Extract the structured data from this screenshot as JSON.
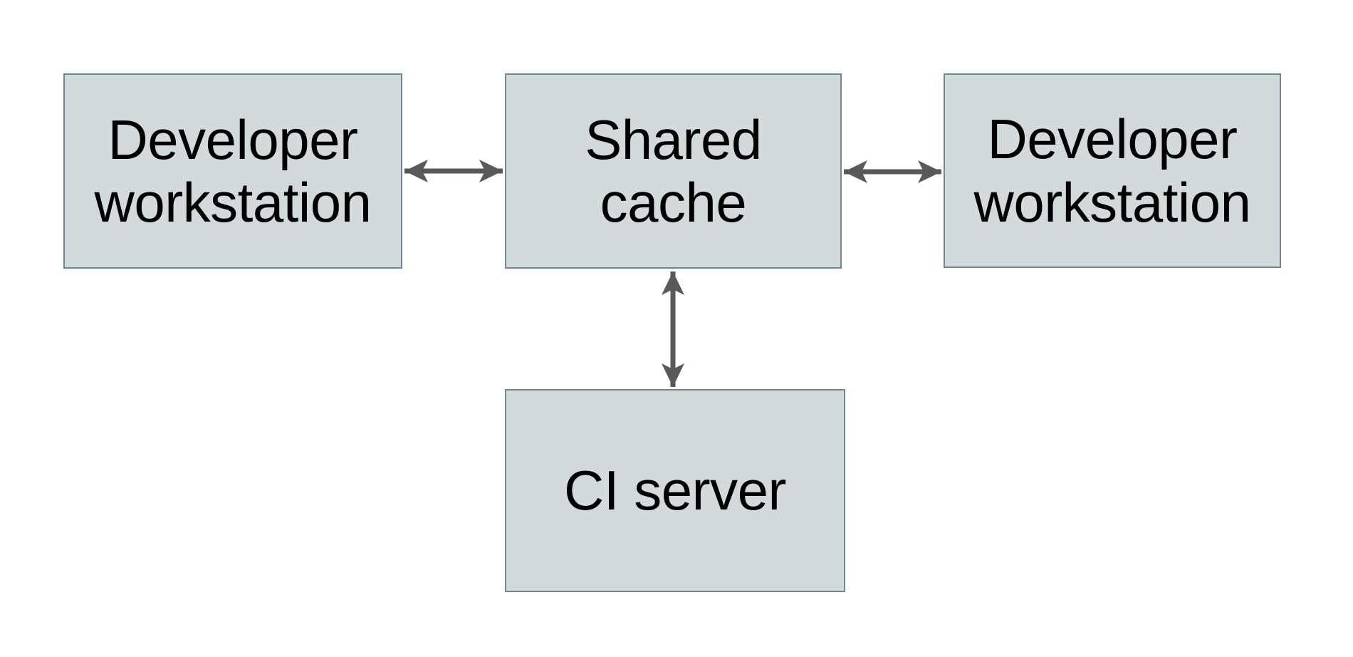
{
  "diagram": {
    "style": {
      "background": "#ffffff",
      "node_fill": "#d3dadc",
      "node_border": "#6e8793",
      "arrow_color": "#58595b",
      "label_color": "#000000"
    },
    "nodes": [
      {
        "id": "developer-workstation-left",
        "label": "Developer\nworkstation"
      },
      {
        "id": "shared-cache",
        "label": "Shared\ncache"
      },
      {
        "id": "developer-workstation-right",
        "label": "Developer\nworkstation"
      },
      {
        "id": "ci-server",
        "label": "CI server"
      }
    ],
    "edges": [
      {
        "from": "developer-workstation-left",
        "to": "shared-cache",
        "type": "bidirectional"
      },
      {
        "from": "shared-cache",
        "to": "developer-workstation-right",
        "type": "bidirectional"
      },
      {
        "from": "shared-cache",
        "to": "ci-server",
        "type": "bidirectional"
      }
    ]
  }
}
